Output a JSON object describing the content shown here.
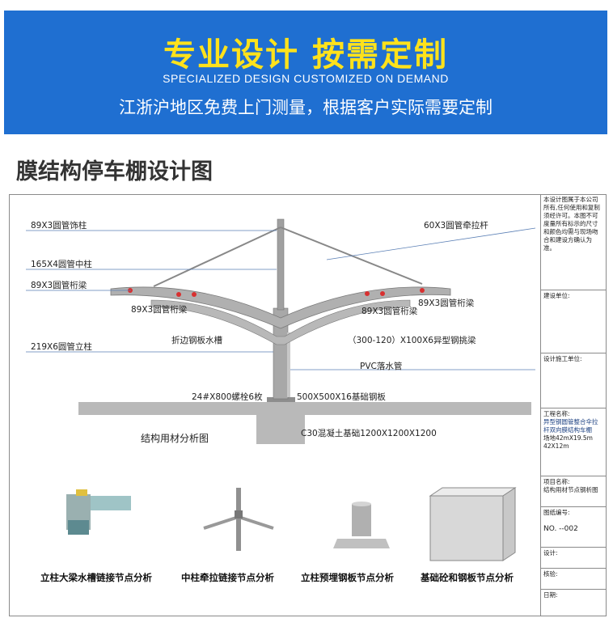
{
  "banner": {
    "title": "专业设计 按需定制",
    "subtitle_en": "SPECIALIZED DESIGN CUSTOMIZED ON DEMAND",
    "subtitle_cn": "江浙沪地区免费上门测量，根据客户实际需要定制"
  },
  "section": {
    "title": "膜结构停车棚设计图"
  },
  "drawing": {
    "labels": {
      "l1": "89X3圆管饰柱",
      "l2": "165X4圆管中柱",
      "l3": "89X3圆管桁梁",
      "l4": "89X3圆管桁梁",
      "l5": "219X6圆管立柱",
      "l6": "折边钢板水槽",
      "r1": "60X3圆管牵拉杆",
      "r2": "89X3圆管桁梁",
      "r3": "89X3圆管桁梁",
      "r4": "（300-120）X100X6异型钢挑梁",
      "r5": "PVC落水管",
      "b1": "24#X800螺栓6枚",
      "b2": "500X500X16基础钢板",
      "b3": "C30混凝土基础1200X1200X1200",
      "b4": "结构用材分析图"
    },
    "details": [
      {
        "caption": "立柱大梁水槽链接节点分析"
      },
      {
        "caption": "中柱牵拉链接节点分析"
      },
      {
        "caption": "立柱预埋钢板节点分析"
      },
      {
        "caption": "基础砼和钢板节点分析"
      }
    ]
  },
  "side_panel": {
    "note": "本设计图属于本公司所有,任何使用和复制须经许可。本图不可度量所有标示的尺寸和颜色均需与现场吻合和建设方确认为准。",
    "build_unit": "建设单位:",
    "construct_unit": "设计施工单位:",
    "project_name_label": "工程名称:",
    "project_name": "异型钢圆管整合伞拉杆双向膜结构车棚",
    "site": "场地42mX19.5m",
    "site2": "42X12m",
    "item_name_label": "项目名称:",
    "item_name": "结构用材节点钢析图",
    "drawing_no_label": "图纸编号:",
    "drawing_no": "NO. --002",
    "design": "设计:",
    "check": "核验:",
    "date": "日期:"
  }
}
